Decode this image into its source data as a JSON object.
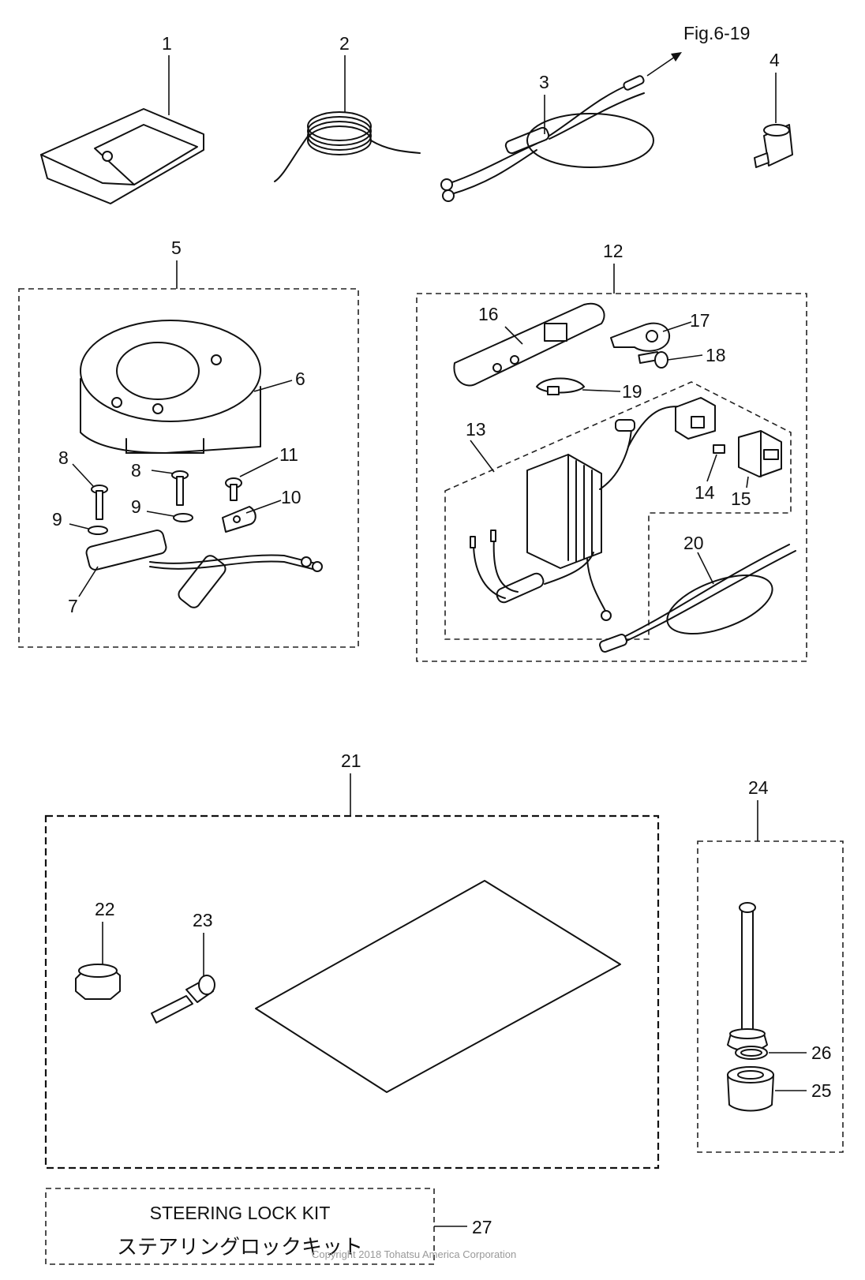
{
  "callouts": {
    "c1": "1",
    "c2": "2",
    "c3": "3",
    "c4": "4",
    "c5": "5",
    "c6": "6",
    "c7": "7",
    "c8": "8",
    "c9": "9",
    "c10": "10",
    "c11": "11",
    "c12": "12",
    "c13": "13",
    "c14": "14",
    "c15": "15",
    "c16": "16",
    "c17": "17",
    "c18": "18",
    "c19": "19",
    "c20": "20",
    "c21": "21",
    "c22": "22",
    "c23": "23",
    "c24": "24",
    "c25": "25",
    "c26": "26",
    "c27": "27"
  },
  "fig_reference": "Fig.6-19",
  "kit_label_en": "STEERING LOCK KIT",
  "kit_label_ja": "ステアリングロックキット",
  "copyright": "Copyright 2018 Tohatsu America Corporation"
}
